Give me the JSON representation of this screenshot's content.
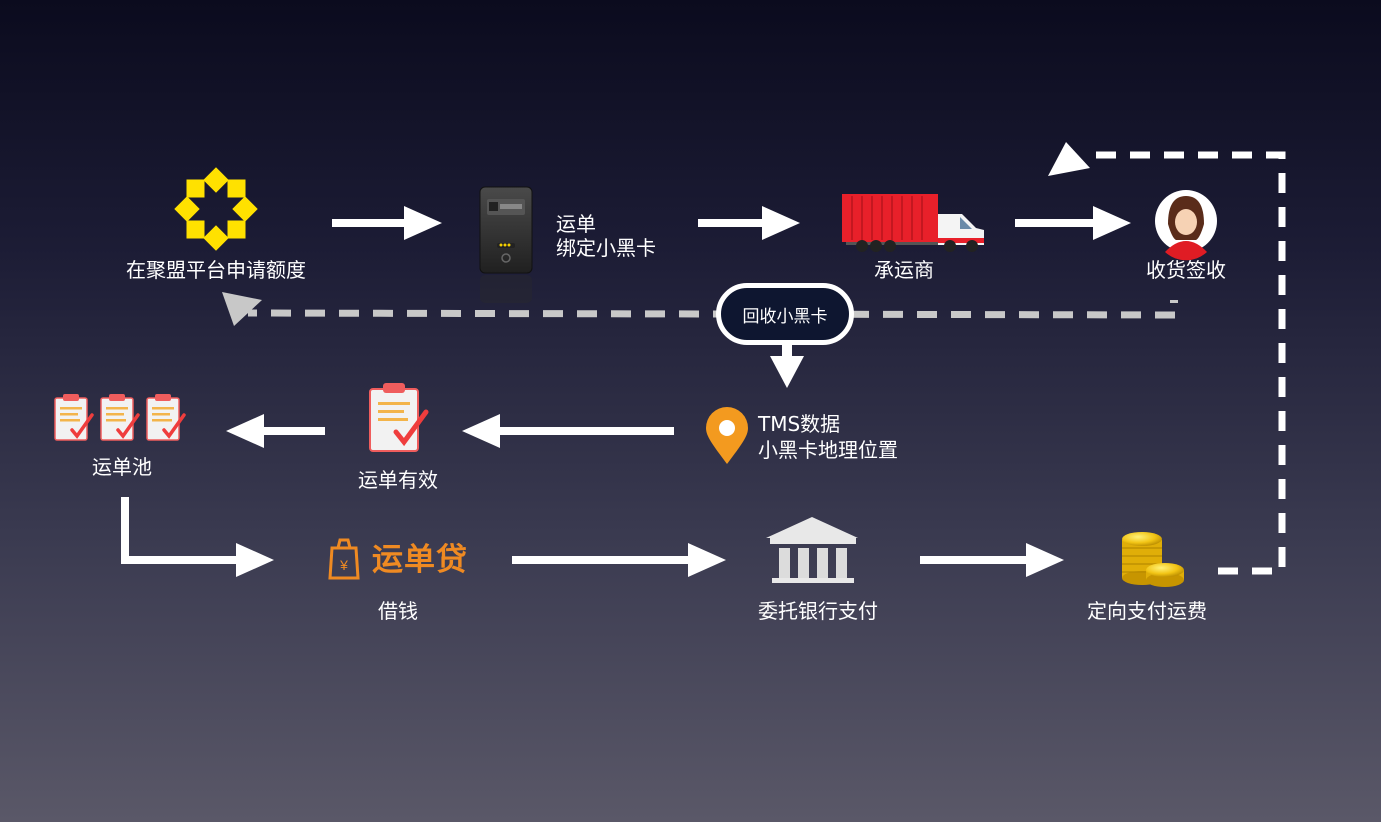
{
  "nodes": {
    "apply": "在聚盟平台申请额度",
    "bind_line1": "运单",
    "bind_line2": "绑定小黑卡",
    "carrier": "承运商",
    "receipt": "收货签收",
    "recycle": "回收小黑卡",
    "tms_line1": "TMS数据",
    "tms_line2": "小黑卡地理位置",
    "valid": "运单有效",
    "pool": "运单池",
    "loan_brand": "运单贷",
    "borrow": "借钱",
    "bank": "委托银行支付",
    "freight": "定向支付运费"
  },
  "icons": [
    "star-logo-icon",
    "black-card-device-icon",
    "truck-icon",
    "receiver-avatar-icon",
    "location-pin-icon",
    "clipboard-check-icon",
    "clipboard-stack-icon",
    "loan-bag-icon",
    "bank-icon",
    "gold-coins-icon"
  ],
  "colors": {
    "arrow": "#ffffff",
    "return_arrow": "#c8c8c8",
    "brand": "#ef8a22",
    "truck": "#e8202a",
    "logo": "#ffe100",
    "pin": "#f39a1f",
    "clipboard": "#ef5d5d"
  }
}
